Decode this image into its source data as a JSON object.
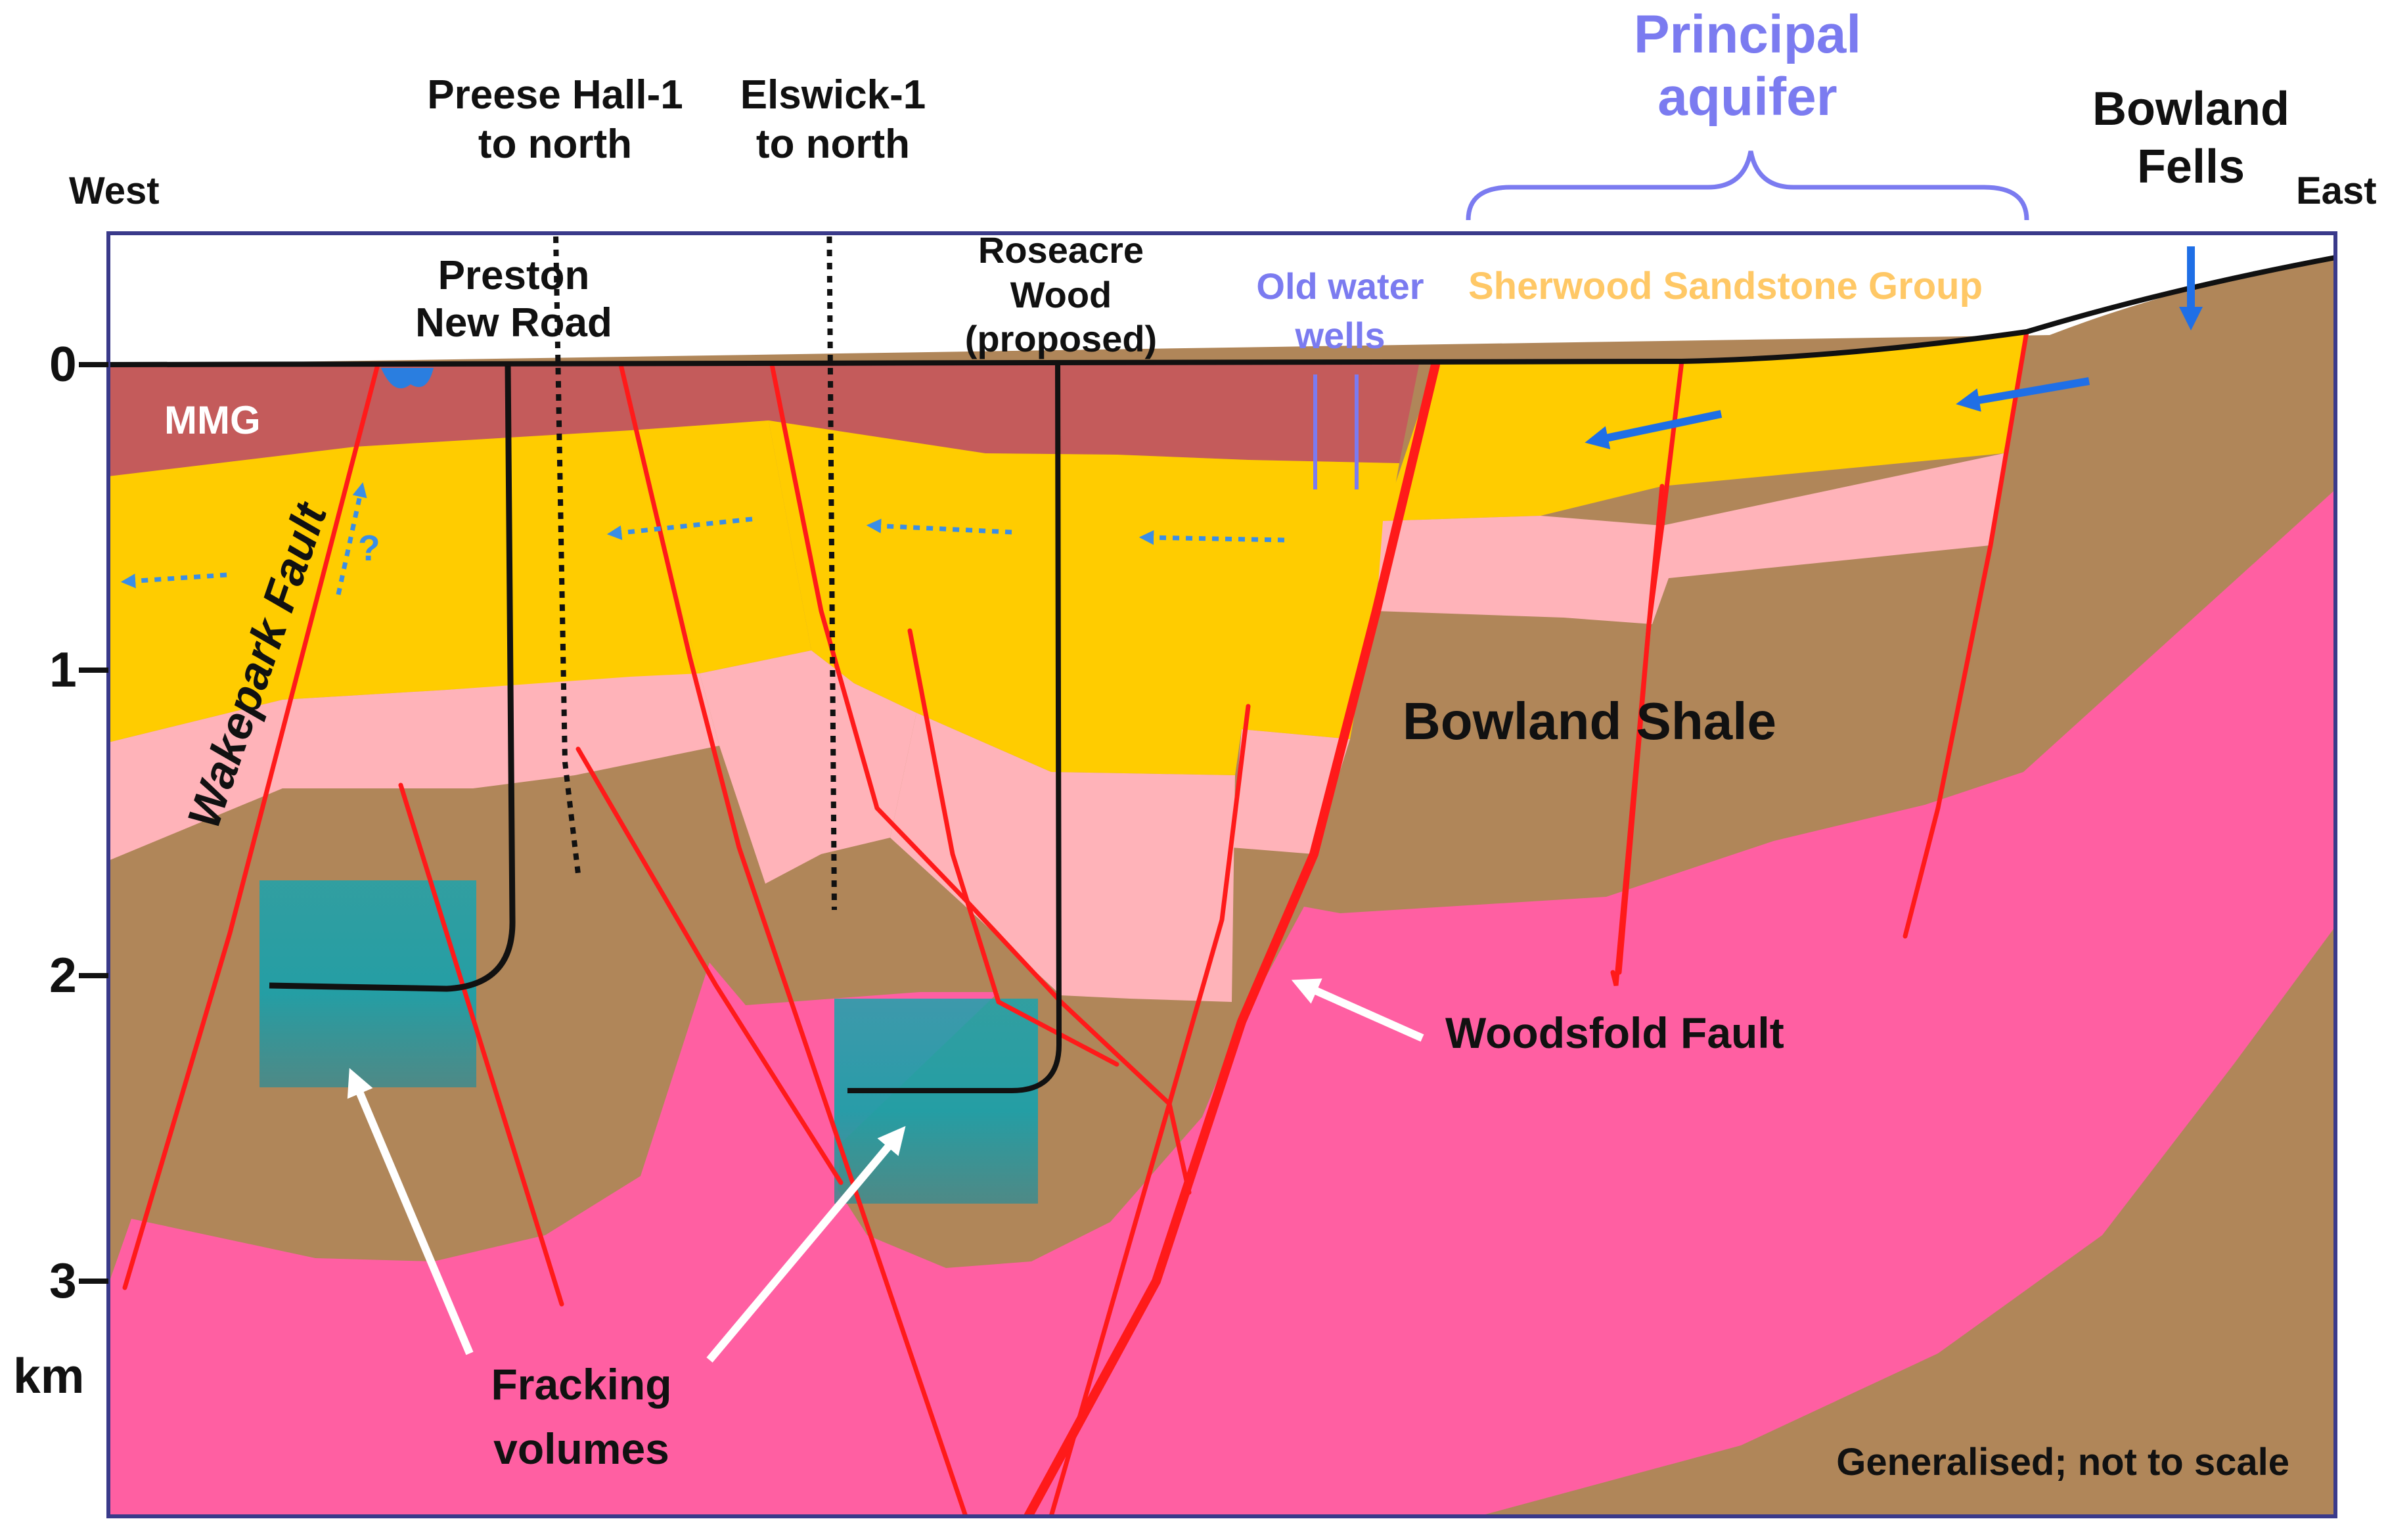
{
  "labels": {
    "west": "West",
    "east": "East",
    "preese_hall": [
      "Preese Hall-1",
      "to north"
    ],
    "elswick": [
      "Elswick-1",
      "to north"
    ],
    "principal_aquifer": [
      "Principal",
      "aquifer"
    ],
    "bowland_fells": [
      "Bowland",
      "Fells"
    ],
    "preston_new_road": [
      "Preston",
      "New Road"
    ],
    "roseacre_wood": [
      "Roseacre",
      "Wood",
      "(proposed)"
    ],
    "old_water_wells": [
      "Old water",
      "wells"
    ],
    "sherwood": "Sherwood Sandstone Group",
    "mmg": "MMG",
    "wakepark_fault": "Wakepark Fault",
    "question": "?",
    "bowland_shale": "Bowland  Shale",
    "woodsfold_fault": "Woodsfold Fault",
    "fracking_volumes": [
      "Fracking",
      "volumes"
    ],
    "note": "Generalised; not to scale"
  },
  "depth_axis": {
    "ticks": [
      "0",
      "1",
      "2",
      "3"
    ],
    "unit": "km"
  },
  "colors": {
    "mmg": "#c45b5b",
    "sherwood_sandstone": "#ffcc00",
    "pink_layer": "#ffb3b9",
    "bowland_shale": "#b08659",
    "basement": "#ff5fa2",
    "fault": "#ff1a1a",
    "frack_volume": "#1ba3ad",
    "aquifer_label": "#7b7bf0",
    "flow_arrow": "#1f6fe6"
  }
}
